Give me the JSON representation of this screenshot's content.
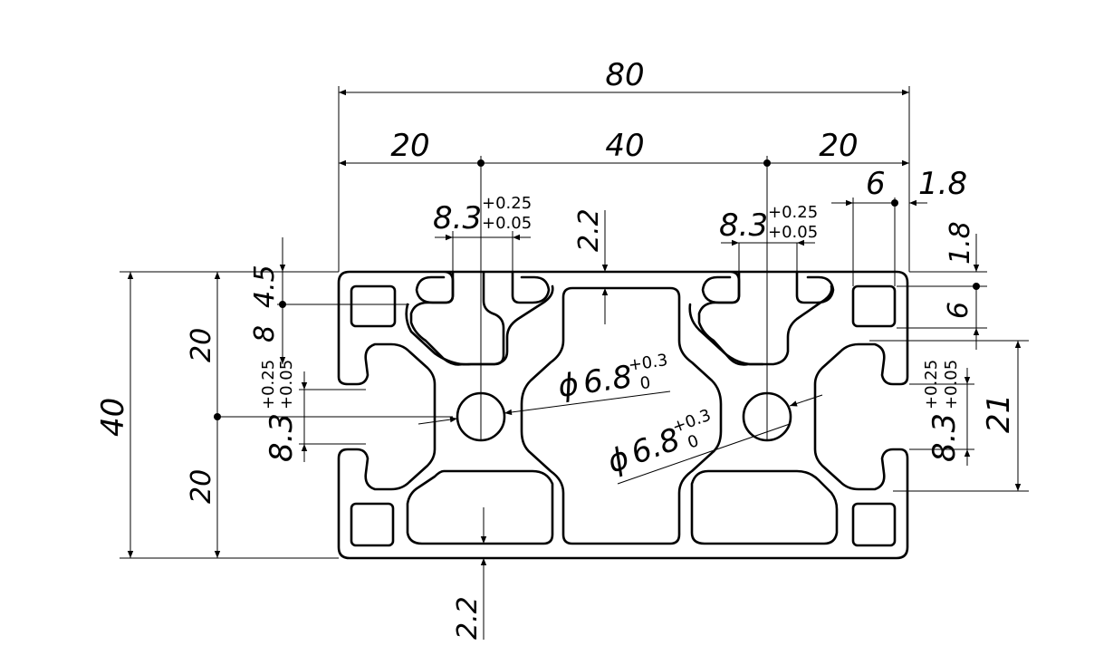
{
  "dimensions": {
    "overall_width": "80",
    "left_center": "20",
    "center_span": "40",
    "right_center": "20",
    "slot_top_width": "8.3",
    "slot_tol_upper": "+0.25",
    "slot_tol_lower": "+0.05",
    "wall_top": "2.2",
    "wall_bottom": "2.2",
    "slot_depth_6": "6",
    "edge_1_8": "1.8",
    "right_1_8": "1.8",
    "right_6": "6",
    "right_21": "21",
    "left_4_5": "4.5",
    "left_8": "8",
    "left_20_top": "20",
    "left_20_bottom": "20",
    "overall_height": "40",
    "hole_symbol": "ϕ",
    "hole_dia": "6.8",
    "hole_tol_upper": "+0.3",
    "hole_tol_lower": "0"
  }
}
